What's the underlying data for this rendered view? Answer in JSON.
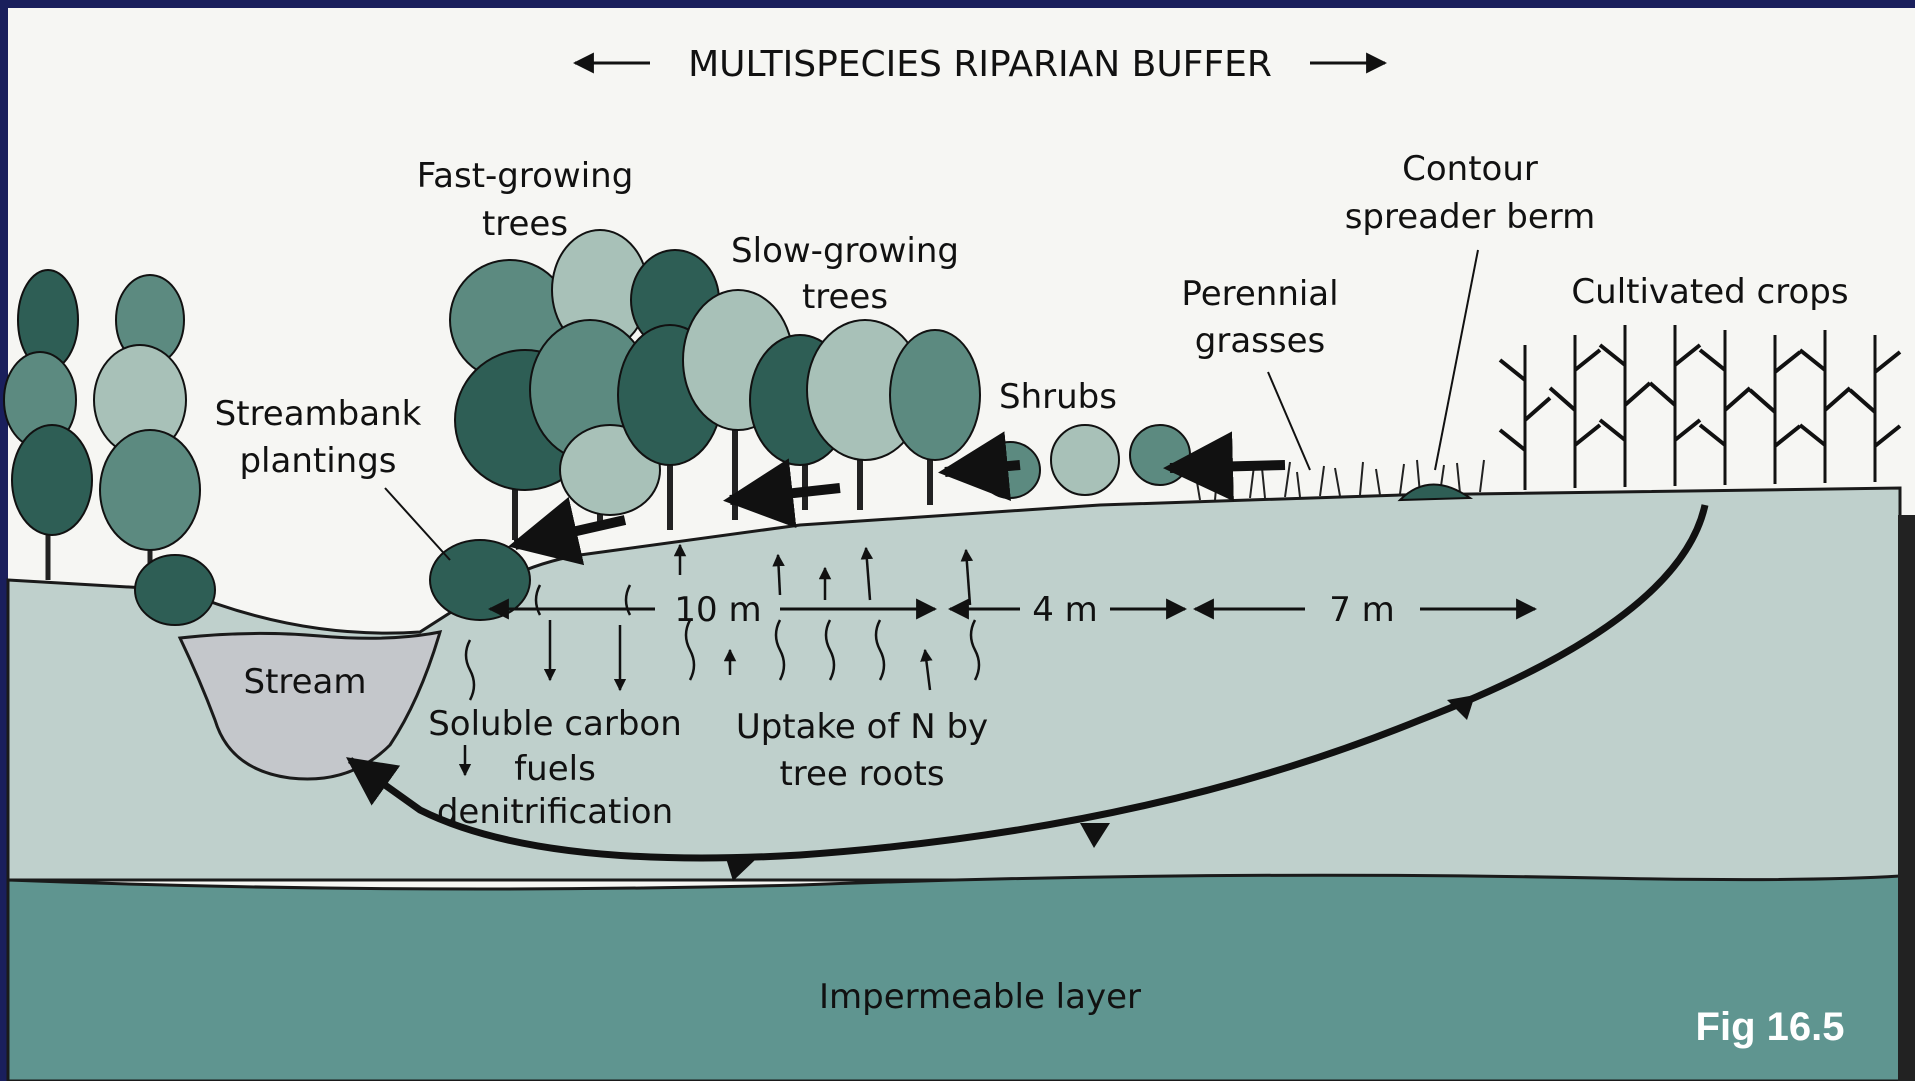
{
  "title": "MULTISPECIES RIPARIAN BUFFER",
  "figure_label": "Fig 16.5",
  "labels": {
    "fast_growing_trees": [
      "Fast-growing",
      "trees"
    ],
    "slow_growing_trees": [
      "Slow-growing",
      "trees"
    ],
    "contour_berm": [
      "Contour",
      "spreader berm"
    ],
    "perennial_grasses": [
      "Perennial",
      "grasses"
    ],
    "cultivated_crops": "Cultivated crops",
    "shrubs": "Shrubs",
    "streambank_plantings": [
      "Streambank",
      "plantings"
    ],
    "stream": "Stream",
    "soluble_carbon": [
      "Soluble carbon",
      "fuels",
      "denitrification"
    ],
    "uptake_n": [
      "Uptake of N by",
      "tree roots"
    ],
    "impermeable_layer": "Impermeable layer"
  },
  "distances": {
    "zone1": "10 m",
    "zone2": "4 m",
    "zone3": "7 m"
  },
  "colors": {
    "frame": "#1a1f5c",
    "sky": "#f6f6f3",
    "soil": "#bfd0cc",
    "impermeable": "#5f9590",
    "stream": "#c4c7cb",
    "tree_dark": "#2e5e55",
    "tree_mid": "#5c8a80",
    "tree_light": "#a8c1b8"
  }
}
